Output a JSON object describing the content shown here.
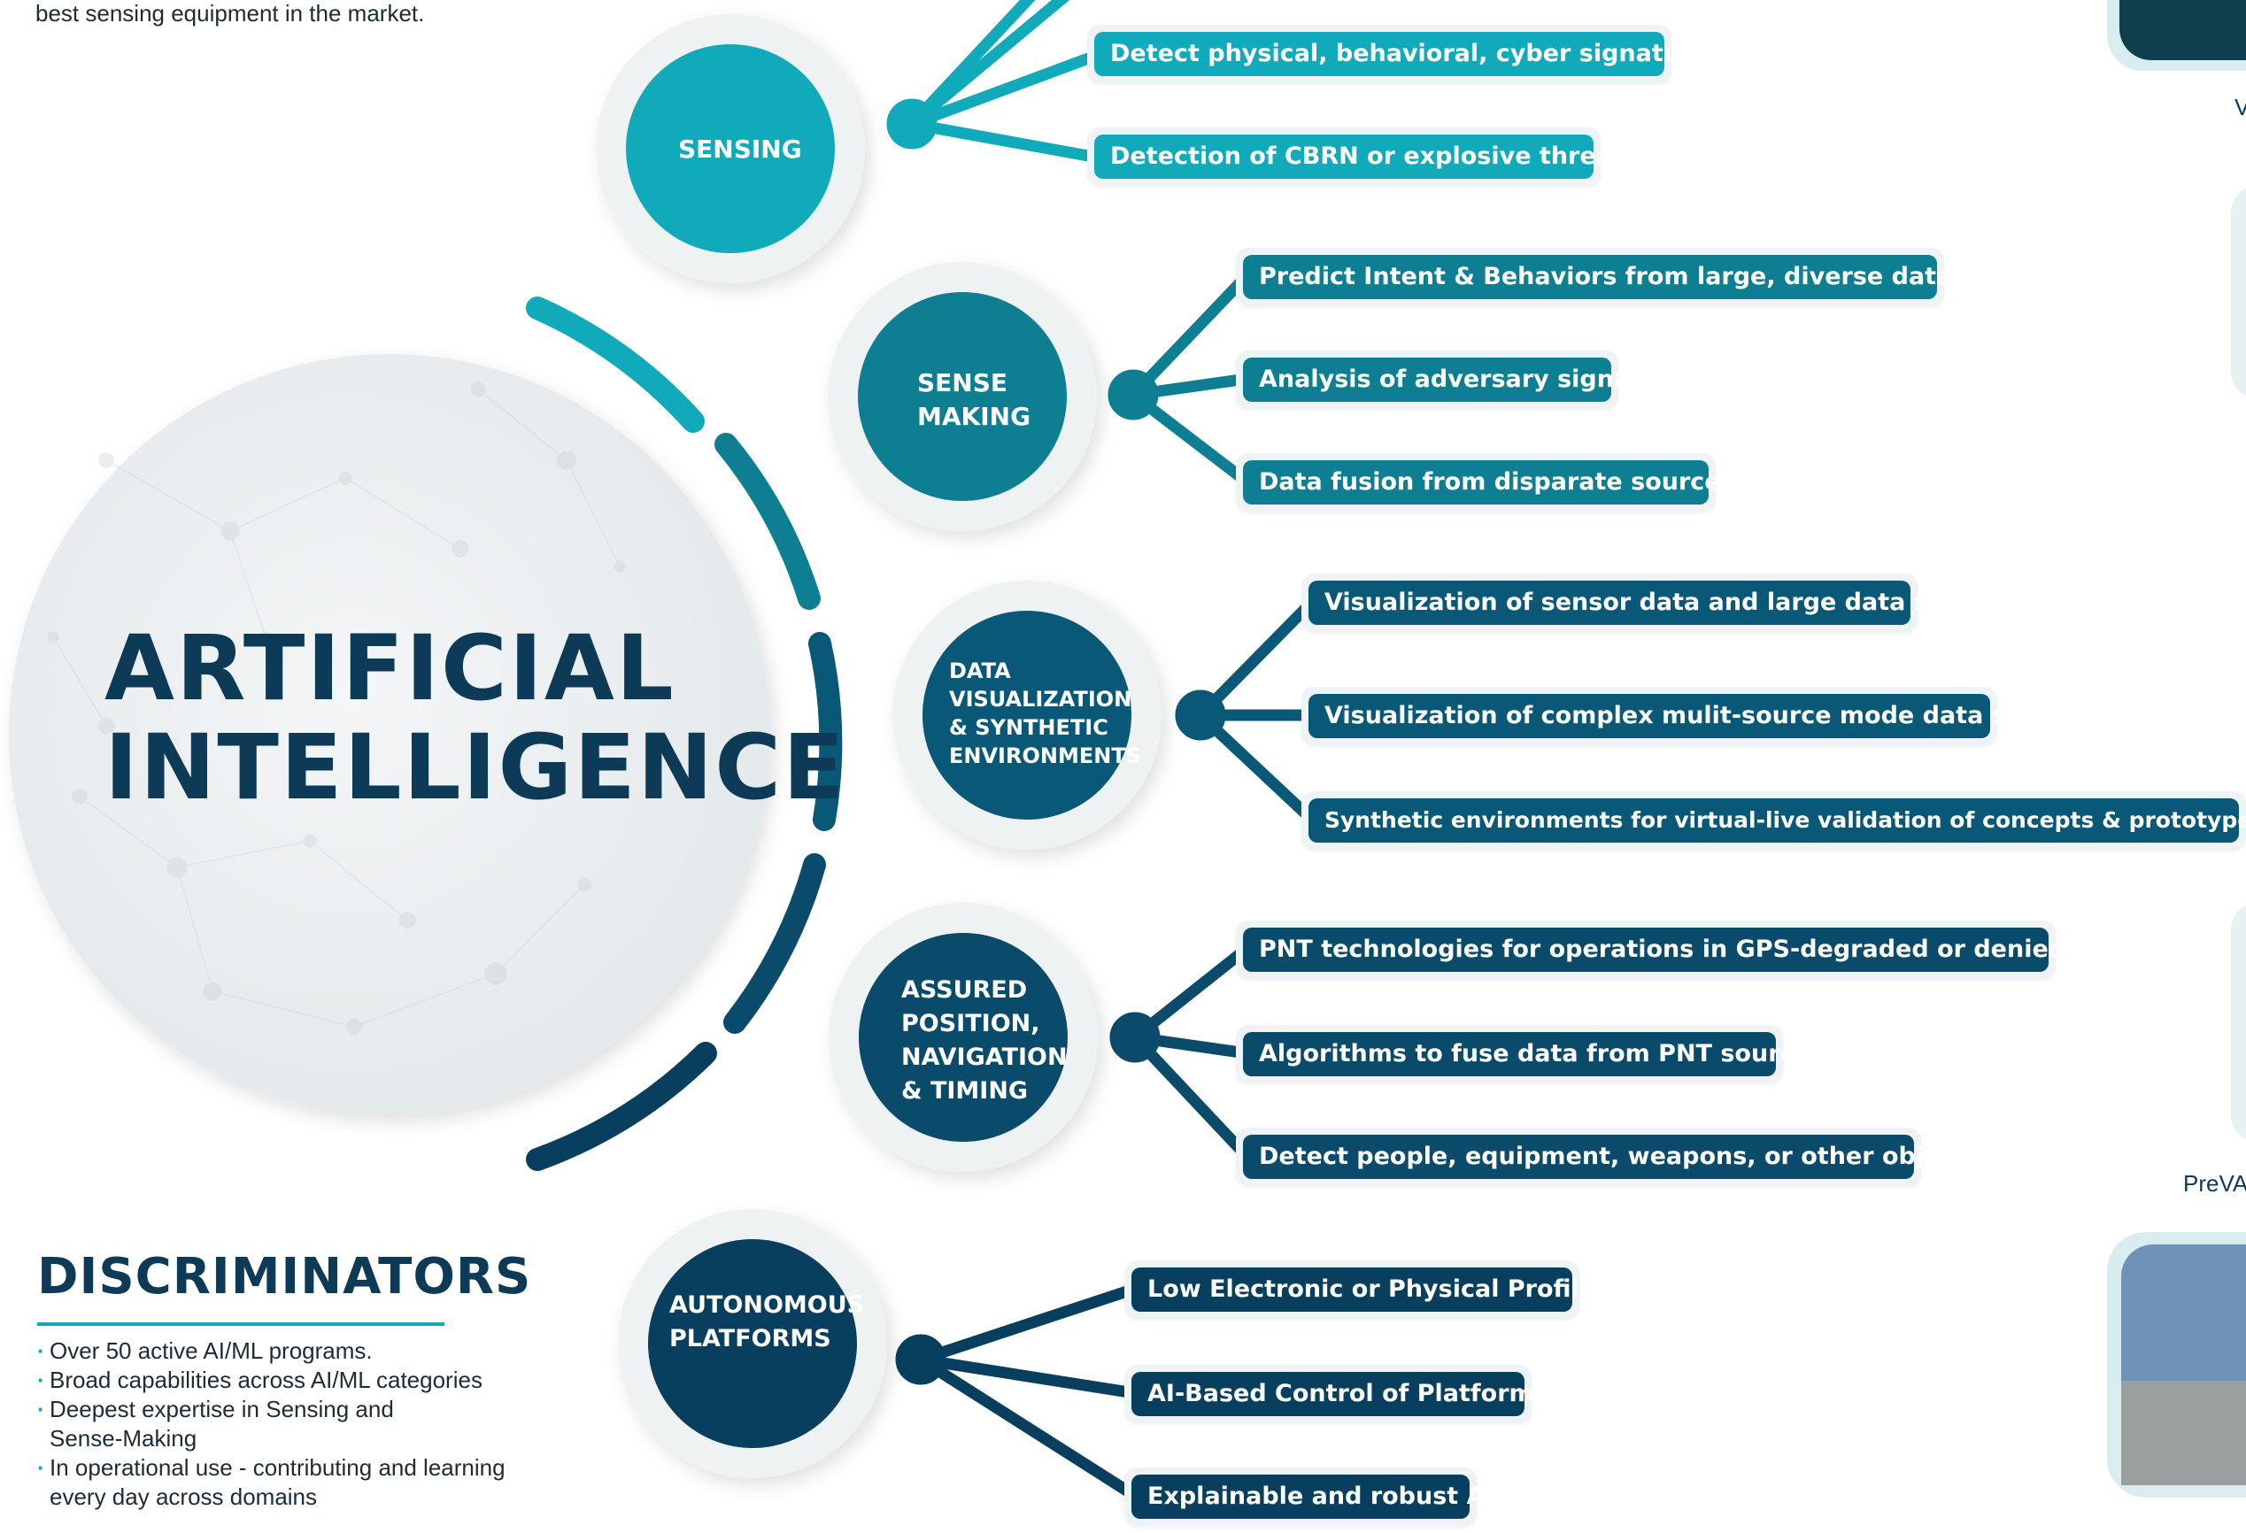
{
  "intro_text": "best sensing equipment in the market.",
  "title": [
    "ARTIFICIAL",
    "INTELLIGENCE"
  ],
  "colors": {
    "sensing": "#10aabb",
    "sense_making": "#0e7f93",
    "data_viz": "#0a5878",
    "pnt": "#0a4a6a",
    "autonomous": "#083f5e",
    "title": "#0c3a57"
  },
  "categories": [
    {
      "id": "sensing",
      "label": [
        "SENSING"
      ],
      "items": [
        "Detect physical, behavioral, cyber signatures",
        "Detection of CBRN or explosive threats"
      ]
    },
    {
      "id": "sense_making",
      "label": [
        "SENSE",
        "MAKING"
      ],
      "items": [
        "Predict Intent & Behaviors from large, diverse data sets",
        "Analysis of adversary signal",
        "Data fusion from disparate sources"
      ]
    },
    {
      "id": "data_viz",
      "label": [
        "DATA",
        "VISUALIZATION",
        "& SYNTHETIC",
        "ENVIRONMENTS"
      ],
      "items": [
        "Visualization of sensor data and large data sets",
        "Visualization of complex mulit-source mode data sets",
        "Synthetic environments for virtual-live validation of concepts & prototypes"
      ]
    },
    {
      "id": "pnt",
      "label": [
        "ASSURED",
        "POSITION,",
        "NAVIGATION",
        "& TIMING"
      ],
      "items": [
        "PNT technologies for operations in GPS-degraded or denied areas",
        "Algorithms to fuse data from PNT sources",
        "Detect people, equipment, weapons, or other objects"
      ]
    },
    {
      "id": "autonomous",
      "label": [
        "AUTONOMOUS",
        "PLATFORMS"
      ],
      "items": [
        "Low Electronic or Physical Profiles",
        "AI-Based Control of Platforms",
        "Explainable and robust AI"
      ]
    }
  ],
  "discriminators": {
    "title": "DISCRIMINATORS",
    "items": [
      "Over 50  active AI/ML programs.",
      "Broad capabilities across AI/ML categories",
      "Deepest expertise in Sensing and Sense-Making",
      "In operational use - contributing and learning every day across domains"
    ]
  },
  "edge_labels": [
    "V",
    "PreVA"
  ]
}
